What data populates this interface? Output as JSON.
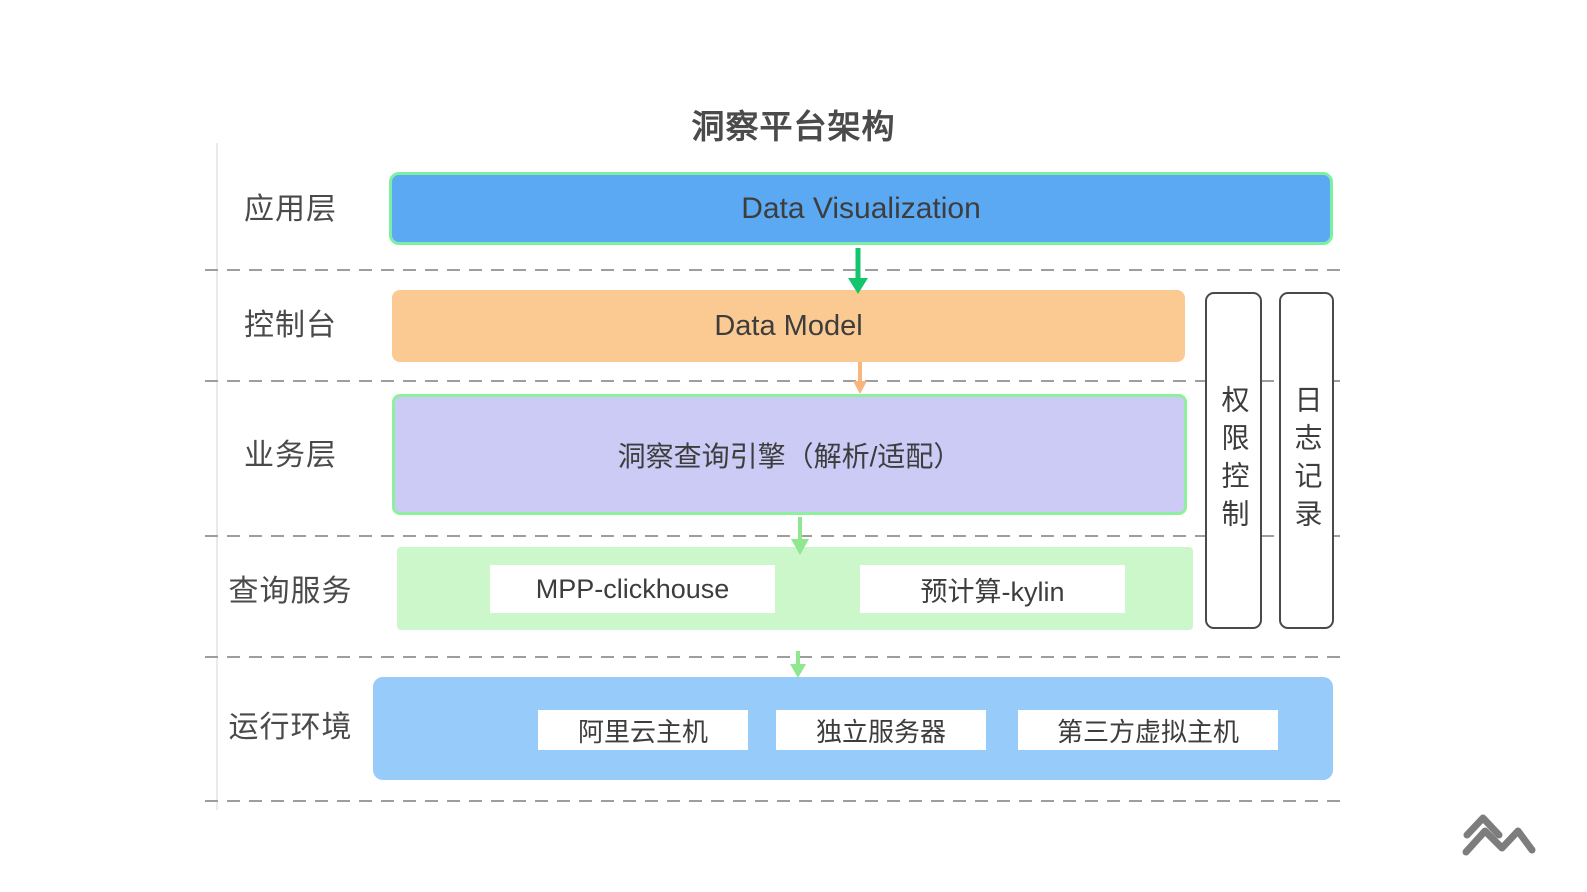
{
  "title": "洞察平台架构",
  "row_labels": [
    "应用层",
    "控制台",
    "业务层",
    "查询服务",
    "运行环境"
  ],
  "boxes": {
    "data_visualization": "Data Visualization",
    "data_model": "Data Model",
    "query_engine": "洞察查询引擎（解析/适配）",
    "query_services": [
      "MPP-clickhouse",
      "预计算-kylin"
    ],
    "runtime_hosts": [
      "阿里云主机",
      "独立服务器",
      "第三方虚拟主机"
    ]
  },
  "side_bars": [
    "权限控制",
    "日志记录"
  ],
  "icons": {
    "logo": "double-chevron-mountain-logo"
  },
  "colors": {
    "app-box-fill": "#5CA9F3",
    "app-box-border": "#7CEFA5",
    "console-box-fill": "#FBC992",
    "engine-box-fill": "#CBCBF5",
    "engine-box-border": "#8EF09C",
    "query-box-fill": "#CCF7CB",
    "runtime-box-fill": "#96CBFA",
    "arrow-green": "#14C56E",
    "arrow-orange": "#F8B57D",
    "arrow-light-green": "#8FE88F",
    "dashed-line": "#9E9E9E",
    "faint-guide-line": "#E3E3E3",
    "text-dark": "#3D3D3D",
    "logo-gray": "#7D7D7D"
  }
}
